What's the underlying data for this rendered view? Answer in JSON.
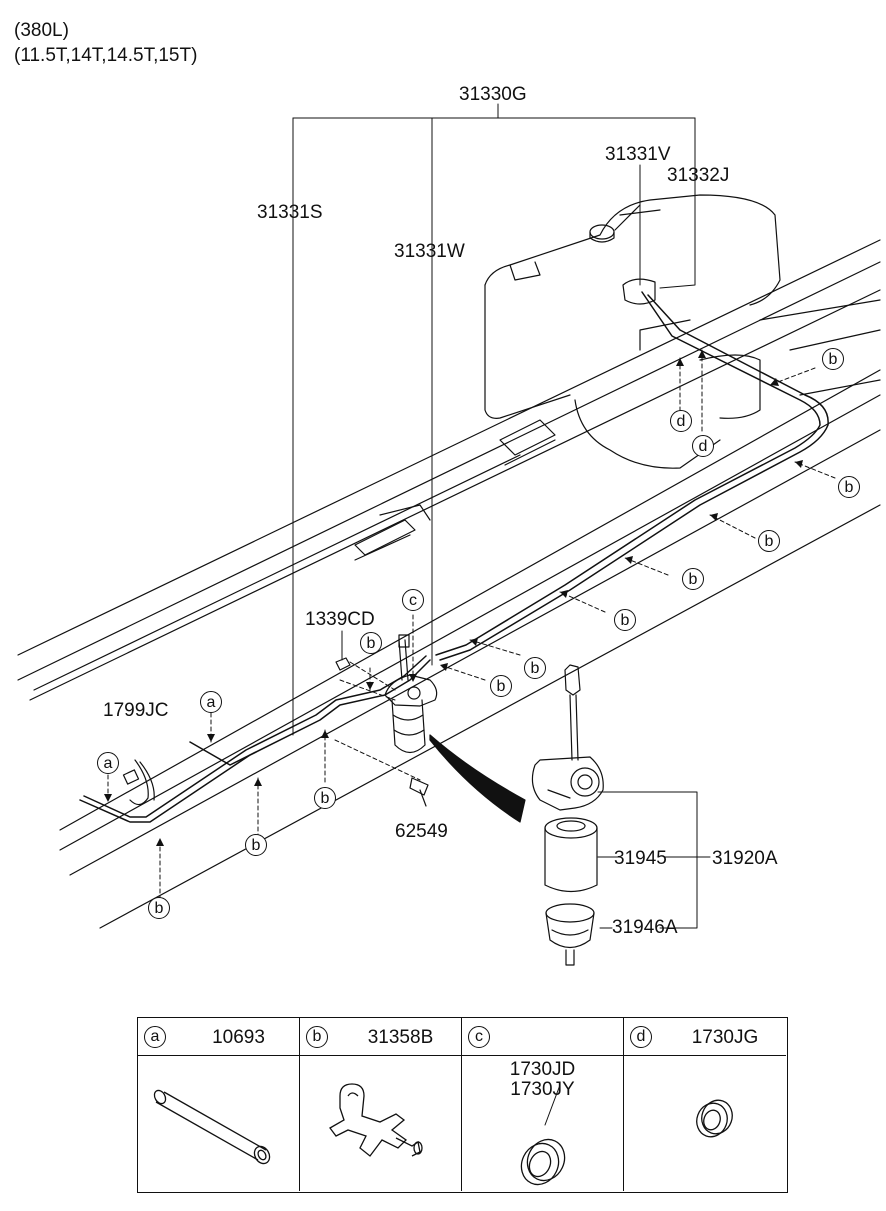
{
  "header": {
    "line1": "(380L)",
    "line2": "(11.5T,14T,14.5T,15T)"
  },
  "parts": {
    "p31330G": "31330G",
    "p31331S": "31331S",
    "p31331W": "31331W",
    "p31331V": "31331V",
    "p31332J": "31332J",
    "p1339CD": "1339CD",
    "p1799JC": "1799JC",
    "p62549": "62549",
    "p31945": "31945",
    "p31920A": "31920A",
    "p31946A": "31946A"
  },
  "callout_letters": {
    "a": "a",
    "b": "b",
    "c": "c",
    "d": "d"
  },
  "legend": [
    {
      "key": "a",
      "part": "10693",
      "sub1": "",
      "sub2": ""
    },
    {
      "key": "b",
      "part": "31358B",
      "sub1": "",
      "sub2": ""
    },
    {
      "key": "c",
      "part": "",
      "sub1": "1730JD",
      "sub2": "1730JY"
    },
    {
      "key": "d",
      "part": "1730JG",
      "sub1": "",
      "sub2": ""
    }
  ],
  "colors": {
    "line": "#111111",
    "background": "#ffffff"
  }
}
